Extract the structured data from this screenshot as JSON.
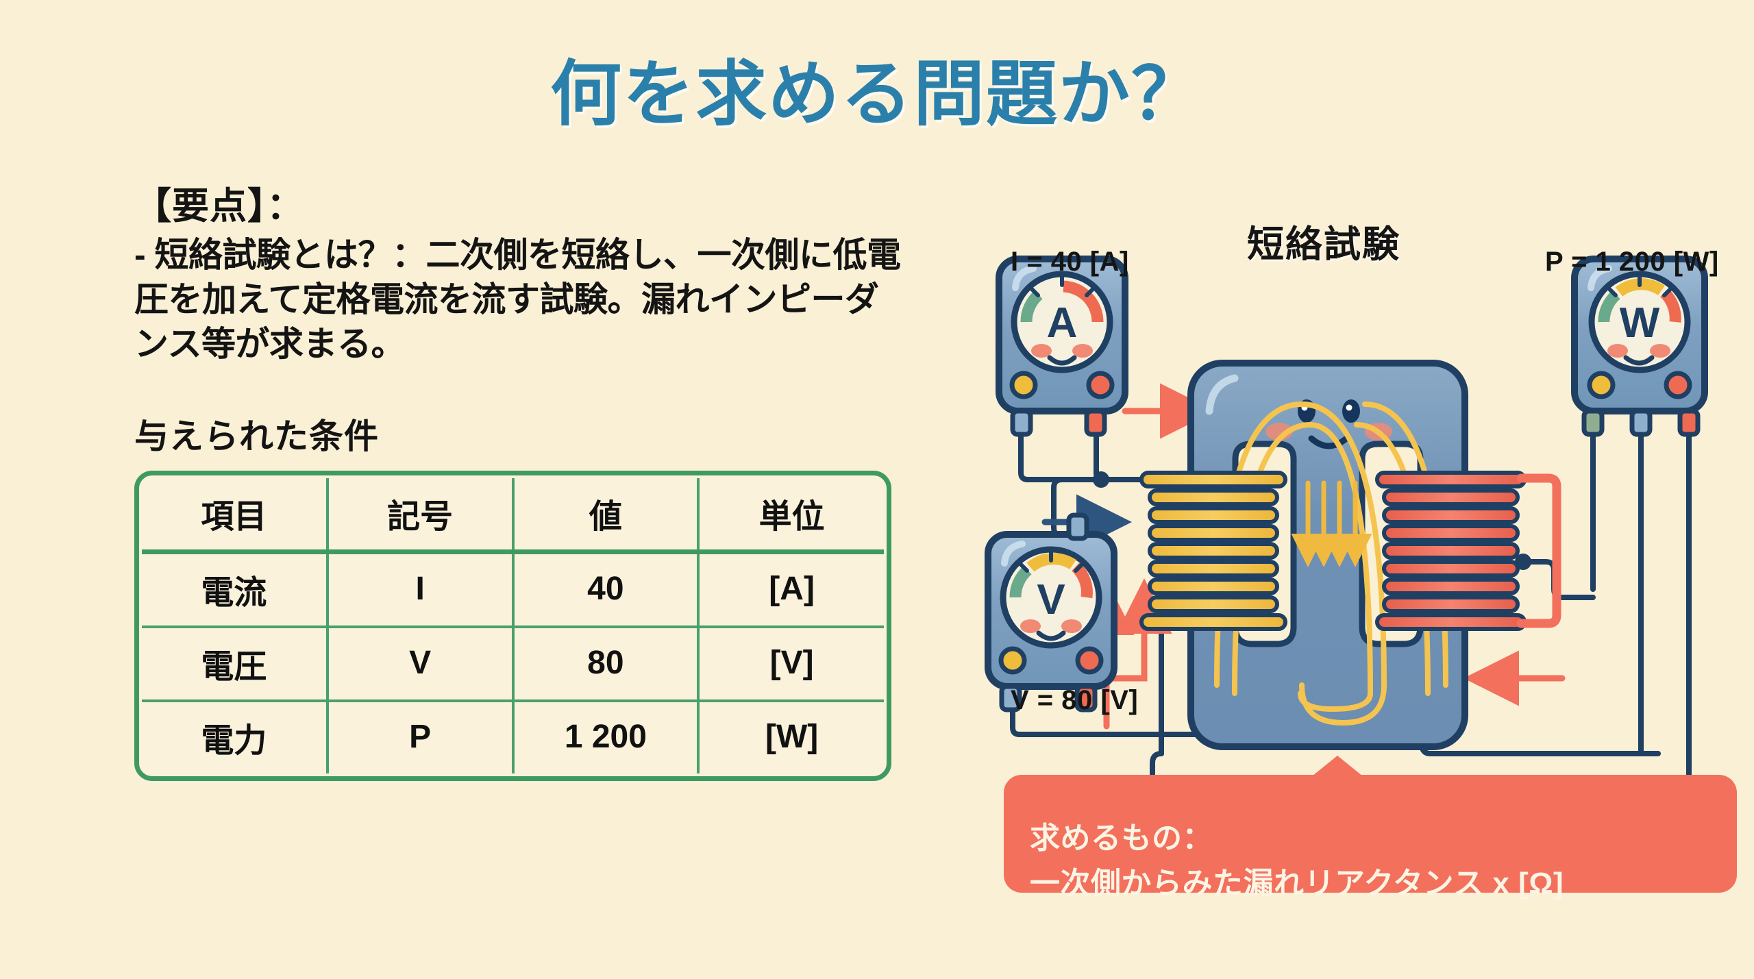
{
  "title": "何を求める問題か？",
  "left": {
    "key_point_heading": "【要点】：",
    "key_point_body": "- 短絡試験とは？：二次側を短絡し、一次側に低電圧を加えて定格電流を流す試験。漏れインピーダンス等が求まる。",
    "given_heading": "与えられた条件",
    "table": {
      "headers": [
        "項目",
        "記号",
        "値",
        "単位"
      ],
      "rows": [
        [
          "電流",
          "I",
          "40",
          "[A]"
        ],
        [
          "電圧",
          "V",
          "80",
          "[V]"
        ],
        [
          "電力",
          "P",
          "1 200",
          "[W]"
        ]
      ]
    }
  },
  "diagram": {
    "test_title": "短絡試験",
    "label_current": "I = 40 [A]",
    "label_power": "P = 1 200 [W]",
    "label_voltage": "V = 80 [V]",
    "meters": {
      "ammeter_symbol": "A",
      "voltmeter_symbol": "V",
      "wattmeter_symbol": "W"
    }
  },
  "callout": {
    "line1": "求めるもの：",
    "line2": "一次側からみた漏れリアクタンス x [Ω]"
  },
  "colors": {
    "background": "#faf0d5",
    "title_blue": "#2b80ab",
    "table_green": "#3f9a62",
    "callout_red": "#f2705c",
    "wire_navy": "#1f3f63",
    "core_blue": "#6d8fb3",
    "coil_primary": "#f2c14e",
    "coil_secondary": "#f2705c",
    "flux_yellow": "#f5c44f",
    "meter_body": "#7fa0c0"
  }
}
